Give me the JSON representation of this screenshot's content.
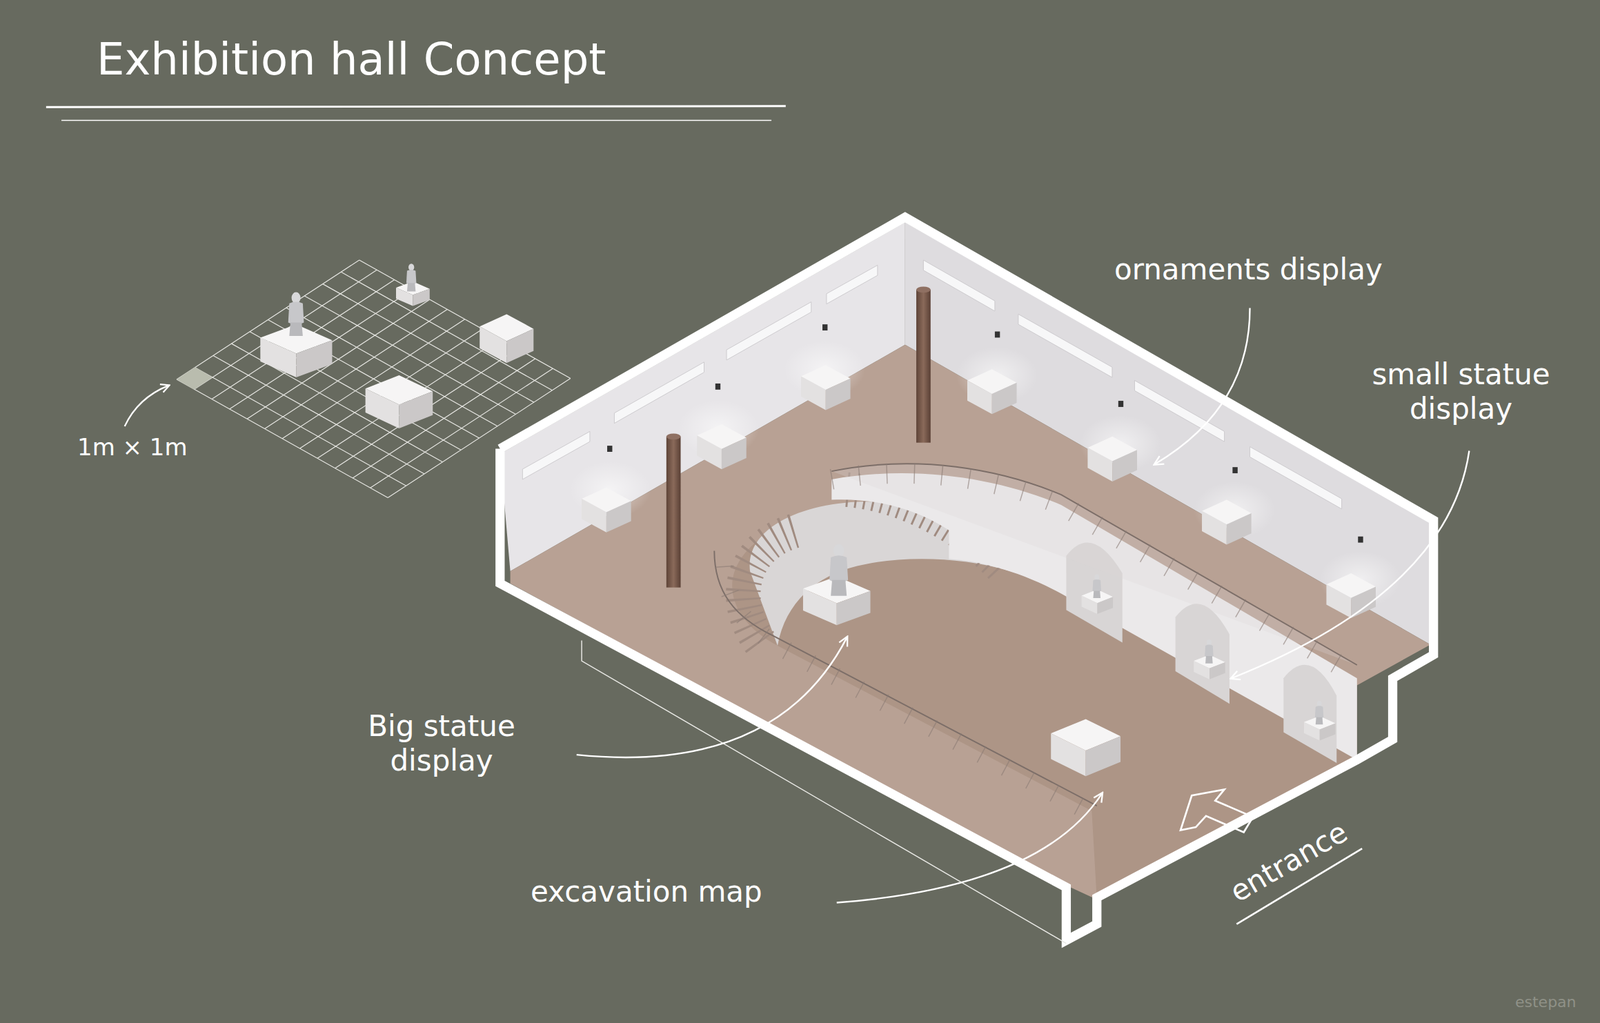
{
  "diagram": {
    "title": "Exhibition hall Concept",
    "labels": [
      "1m × 1m",
      "ornaments display",
      "small statue display",
      "Big statue display",
      "excavation map",
      "entrance",
      "estepan"
    ]
  }
}
